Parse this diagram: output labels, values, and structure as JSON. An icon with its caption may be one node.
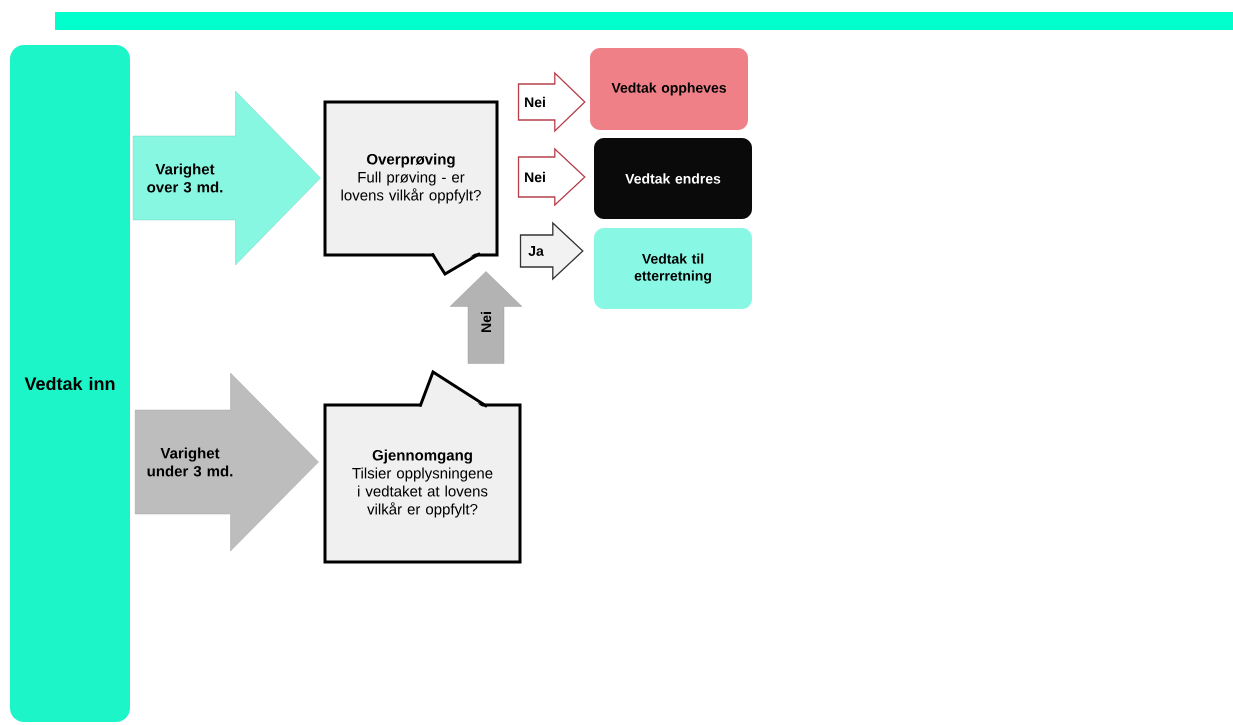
{
  "diagram": {
    "nodes": [
      {
        "text": [
          "Vedtak inn"
        ]
      },
      {
        "text": [
          "Overprøving",
          "Full prøving - er lovens vilkår oppfylt?"
        ]
      },
      {
        "text": [
          "Gjennomgang",
          "Tilsier opplysningene i vedtaket at lovens vilkår er oppfylt?"
        ]
      },
      {
        "text": [
          "Vedtak oppheves"
        ]
      },
      {
        "text": [
          "Vedtak endres"
        ]
      },
      {
        "text": [
          "Vedtak til etterretning"
        ]
      }
    ],
    "edges": [
      {
        "from": 0,
        "to": 1,
        "arrow": "to",
        "label": "Varighet over 3 md.",
        "color": "#88f7e1"
      },
      {
        "from": 0,
        "to": 2,
        "arrow": "to",
        "label": "Varighet under 3 md.",
        "color": "#bdbdbd"
      },
      {
        "from": 2,
        "to": 1,
        "arrow": "to",
        "label": "Nei",
        "color": "#b3b3b3"
      },
      {
        "from": 1,
        "to": 3,
        "arrow": "to",
        "label": "Nei",
        "color": "#b5404a"
      },
      {
        "from": 1,
        "to": 4,
        "arrow": "to",
        "label": "Nei",
        "color": "#b5404a"
      },
      {
        "from": 1,
        "to": 5,
        "arrow": "to",
        "label": "Ja",
        "color": "#333333"
      }
    ]
  }
}
